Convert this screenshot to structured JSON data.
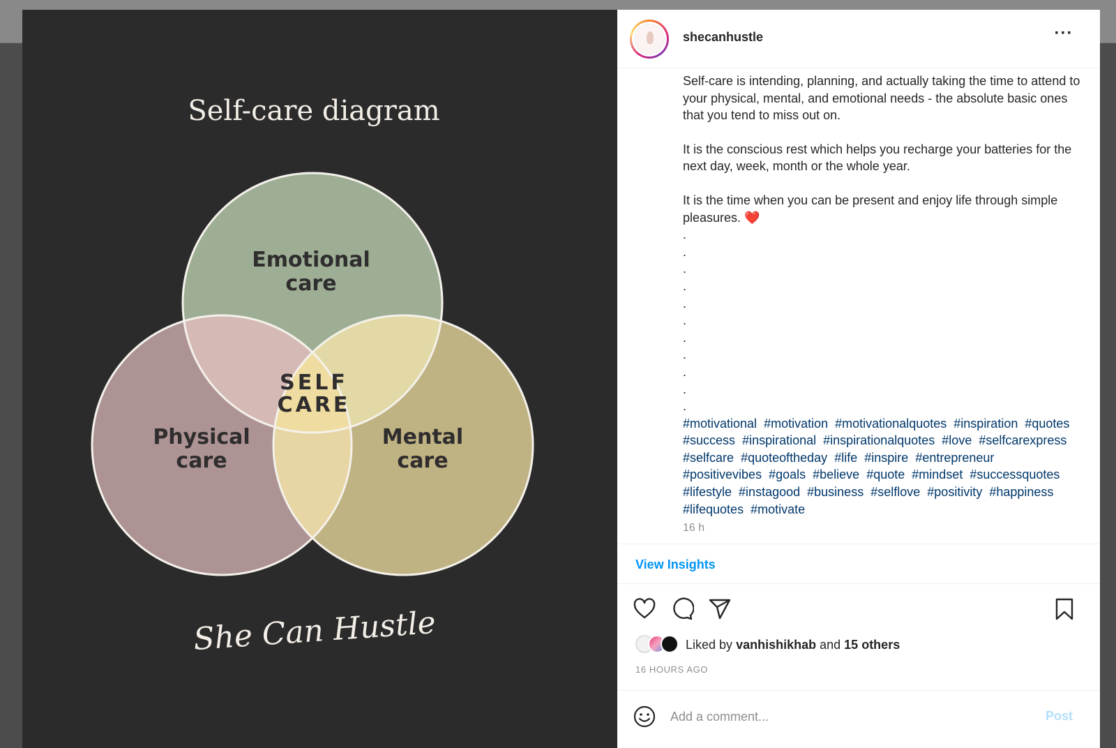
{
  "post": {
    "username": "shecanhustle",
    "more_icon": "ellipsis-icon",
    "image": {
      "title": "Self-care diagram",
      "circles": {
        "top_line1": "Emotional",
        "top_line2": "care",
        "left_line1": "Physical",
        "left_line2": "care",
        "right_line1": "Mental",
        "right_line2": "care",
        "center_line1": "SELF",
        "center_line2": "CARE"
      },
      "signature": "She Can Hustle",
      "colors": {
        "background": "#2c2b2c",
        "emotional": "#9eae95",
        "physical": "#ad9394",
        "mental": "#bfb283",
        "emotional_physical": "#d5b9b5",
        "emotional_mental": "#e2d9a6",
        "physical_mental": "#e8d5a4",
        "center": "#efdca0"
      }
    },
    "caption": {
      "para1": "Self-care is intending, planning, and actually taking the time to attend to your physical, mental, and emotional needs - the absolute basic ones that you tend to miss out on.",
      "para2": "It is the conscious rest which helps you recharge your batteries for the next day, week, month or the whole year.",
      "para3": "It is the time when you can be present and enjoy life through simple pleasures. ❤️",
      "dots": ".\n.\n.\n.\n.\n.\n.\n.\n.\n.\n.",
      "hashtags": [
        "#motivational",
        "#motivation",
        "#motivationalquotes",
        "#inspiration",
        "#quotes",
        "#success",
        "#inspirational",
        "#inspirationalquotes",
        "#love",
        "#selfcarexpress",
        "#selfcare",
        "#quoteoftheday",
        "#life",
        "#inspire",
        "#entrepreneur",
        "#positivevibes",
        "#goals",
        "#believe",
        "#quote",
        "#mindset",
        "#successquotes",
        "#lifestyle",
        "#instagood",
        "#business",
        "#selflove",
        "#positivity",
        "#happiness",
        "#lifequotes",
        "#motivate"
      ]
    },
    "time_ago": "16 h",
    "view_insights": "View Insights",
    "likes": {
      "prefix": "Liked by",
      "user": "vanhishikhab",
      "and": "and",
      "others": "15 others"
    },
    "hours_ago": "16 HOURS AGO",
    "comment": {
      "placeholder": "Add a comment...",
      "post_label": "Post"
    }
  }
}
